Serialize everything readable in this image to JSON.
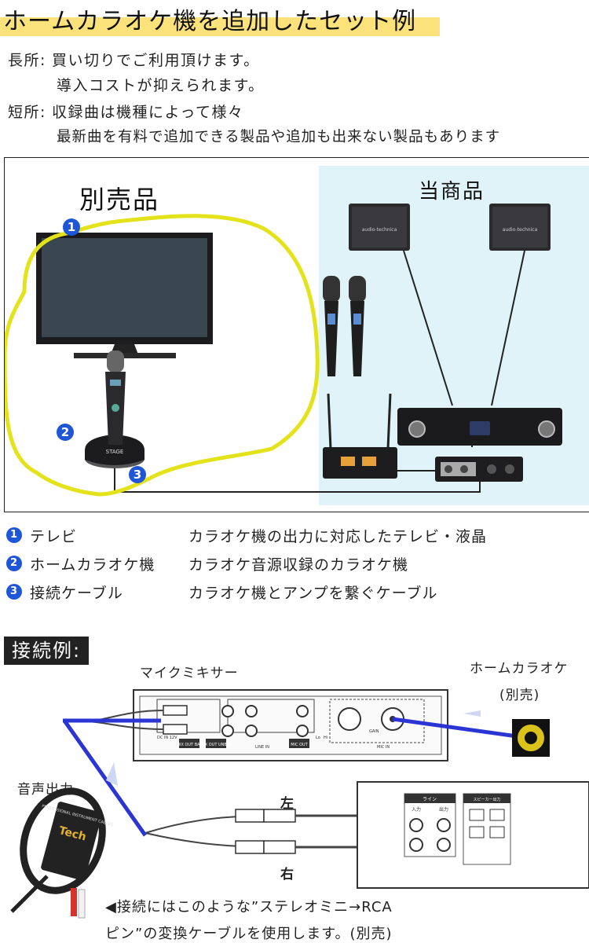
{
  "title": "ホームカラオケ機を追加したセット例",
  "pros_label": "長所:",
  "pros_line1": "買い切りでご利用頂けます。",
  "pros_line2": "導入コストが抑えられます。",
  "cons_label": "短所:",
  "cons_line1": "収録曲は機種によって様々",
  "cons_line2": "最新曲を有料で追加できる製品や追加も出来ない製品もあります",
  "diagram": {
    "separate_label": "別売品",
    "our_label": "当商品",
    "speaker_brand": "audio-technica",
    "mic_brand": "STAGE"
  },
  "legend": [
    {
      "num": "1",
      "name": "テレビ",
      "desc": "カラオケ機の出力に対応したテレビ・液晶"
    },
    {
      "num": "2",
      "name": "ホームカラオケ機",
      "desc": "カラオケ音源収録のカラオケ機"
    },
    {
      "num": "3",
      "name": "接続ケーブル",
      "desc": "カラオケ機とアンプを繋ぐケーブル"
    }
  ],
  "connection": {
    "heading": "接続例:",
    "mixer_label": "マイクミキサー",
    "karaoke_label": "ホームカラオケ",
    "karaoke_sub": "(別売)",
    "audio_out": "音声出力",
    "left": "左",
    "right": "右",
    "note_line1": "◀接続にはこのような”ステレオミニ→RCA",
    "note_line2": "ピン”の変換ケーブルを使用します。(別売)",
    "mixer_tags": [
      "MIX OUT BAL",
      "MIX OUT UNBAL",
      "MIC OUT"
    ],
    "mixer_small": [
      "DC IN 12V",
      "LINE IN",
      "GAIN",
      "MIC IN",
      "Lo",
      "Hi"
    ],
    "amp_tags": [
      "ライン",
      "入力",
      "出力",
      "スピーカー出力"
    ],
    "cable_brand": "Tech",
    "cable_text": "PROFESSIONAL INSTRUMENT CABLES"
  }
}
